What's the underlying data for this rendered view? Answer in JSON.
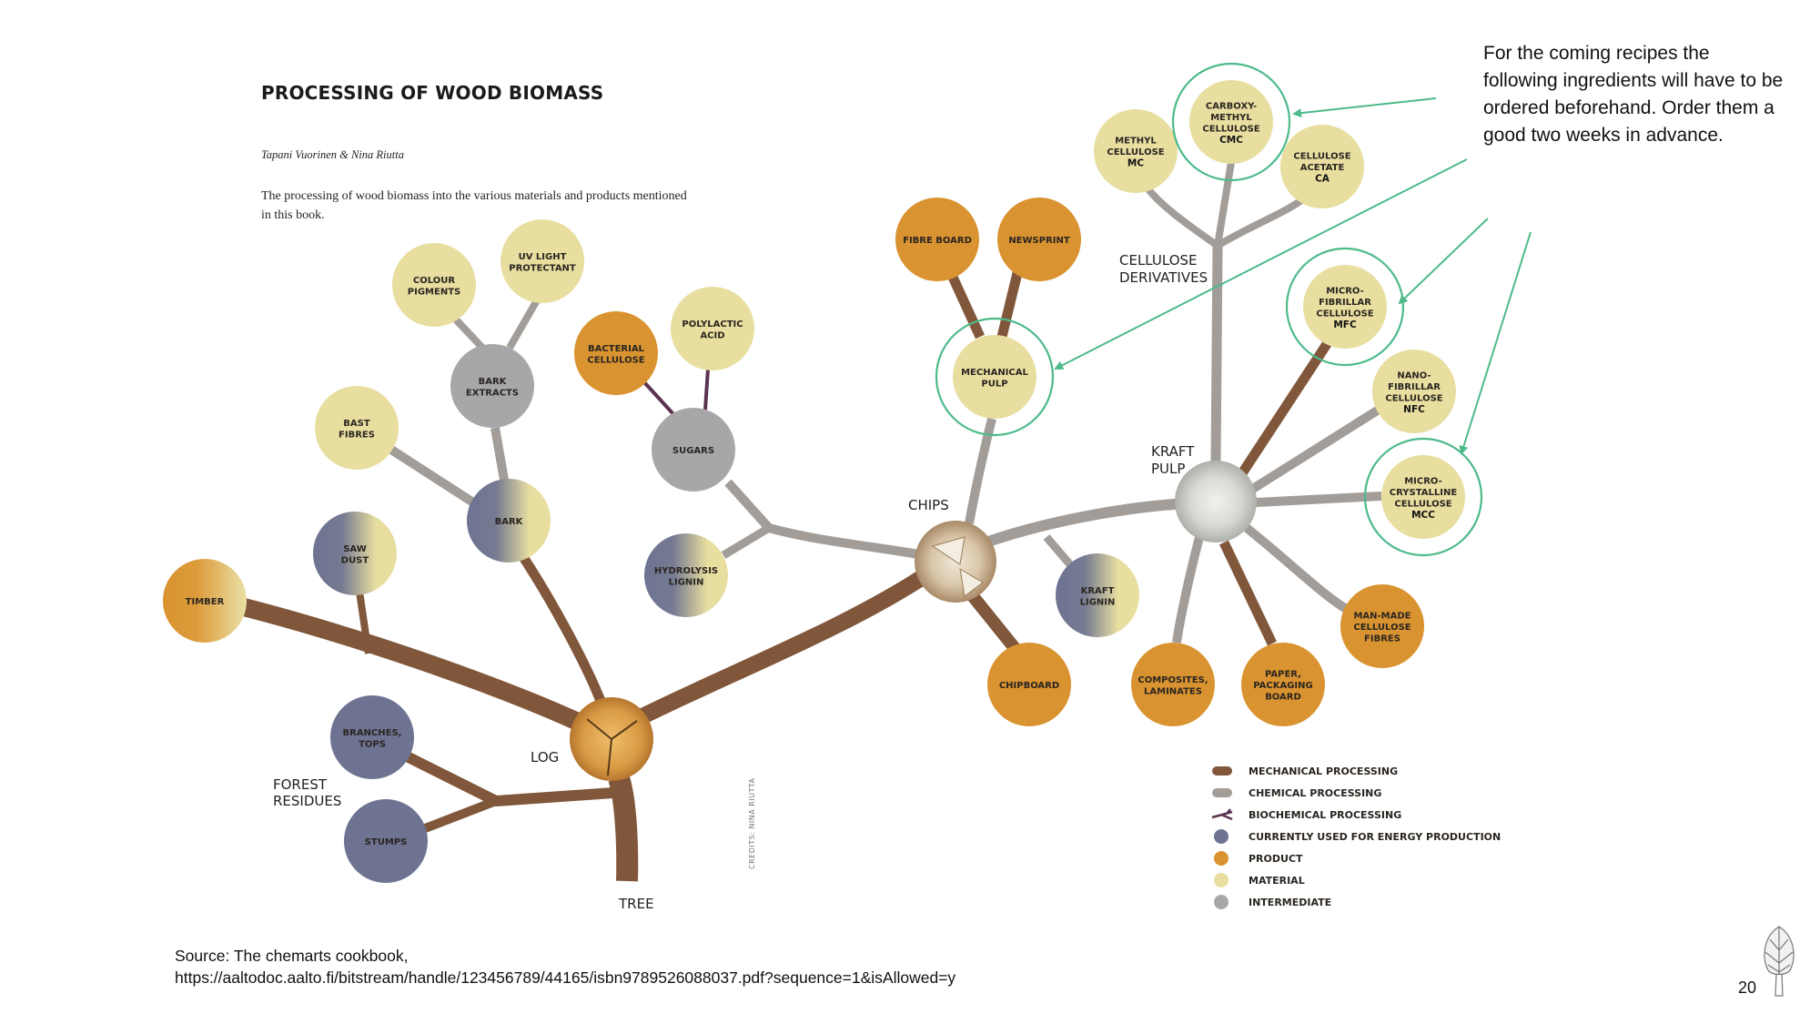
{
  "header": {
    "title": "PROCESSING OF WOOD BIOMASS",
    "authors": "Tapani Vuorinen & Nina Riutta",
    "description": "The processing of wood biomass into the various materials and products mentioned in this book."
  },
  "note": "For the coming recipes the following ingredients will have to be ordered beforehand. Order them a good two weeks in advance.",
  "source": {
    "line1": "Source: The chemarts cookbook,",
    "line2": "https://aaltodoc.aalto.fi/bitstream/handle/123456789/44165/isbn9789526088037.pdf?sequence=1&isAllowed=y"
  },
  "page_number": "20",
  "credits": "CREDITS: NINA RIUTTA",
  "colors": {
    "mechanical": "#80573a",
    "chemical": "#a29d98",
    "biochemical": "#5a3350",
    "energy": "#6d7391",
    "product": "#d99330",
    "material": "#e8dea0",
    "intermediate": "#a7a7a9",
    "highlight": "#4dba8a"
  },
  "hub_labels": {
    "log": "LOG",
    "tree": "TREE",
    "chips": "CHIPS",
    "kraft_pulp": [
      "KRAFT",
      "PULP"
    ],
    "cellulose_derivatives": [
      "CELLULOSE",
      "DERIVATIVES"
    ],
    "forest_residues": [
      "FOREST",
      "RESIDUES"
    ]
  },
  "nodes": [
    {
      "id": "timber",
      "lines": [
        "TIMBER"
      ],
      "type": "product-material"
    },
    {
      "id": "saw-dust",
      "lines": [
        "SAW",
        "DUST"
      ],
      "type": "energy-material"
    },
    {
      "id": "bark",
      "lines": [
        "BARK"
      ],
      "type": "energy-material"
    },
    {
      "id": "bast-fibres",
      "lines": [
        "BAST",
        "FIBRES"
      ],
      "type": "material"
    },
    {
      "id": "bark-extracts",
      "lines": [
        "BARK",
        "EXTRACTS"
      ],
      "type": "intermediate"
    },
    {
      "id": "colour-pigments",
      "lines": [
        "COLOUR",
        "PIGMENTS"
      ],
      "type": "material"
    },
    {
      "id": "uv-light-protectant",
      "lines": [
        "UV LIGHT",
        "PROTECTANT"
      ],
      "type": "material"
    },
    {
      "id": "branches-tops",
      "lines": [
        "BRANCHES,",
        "TOPS"
      ],
      "type": "energy"
    },
    {
      "id": "stumps",
      "lines": [
        "STUMPS"
      ],
      "type": "energy"
    },
    {
      "id": "bacterial-cellulose",
      "lines": [
        "BACTERIAL",
        "CELLULOSE"
      ],
      "type": "product"
    },
    {
      "id": "polylactic-acid",
      "lines": [
        "POLYLACTIC",
        "ACID"
      ],
      "type": "material"
    },
    {
      "id": "sugars",
      "lines": [
        "SUGARS"
      ],
      "type": "intermediate"
    },
    {
      "id": "hydrolysis-lignin",
      "lines": [
        "HYDROLYSIS",
        "LIGNIN"
      ],
      "type": "energy-material"
    },
    {
      "id": "fibre-board",
      "lines": [
        "FIBRE BOARD"
      ],
      "type": "product"
    },
    {
      "id": "newsprint",
      "lines": [
        "NEWSPRINT"
      ],
      "type": "product"
    },
    {
      "id": "mechanical-pulp",
      "lines": [
        "MECHANICAL",
        "PULP"
      ],
      "type": "material",
      "highlighted": true
    },
    {
      "id": "kraft-lignin",
      "lines": [
        "KRAFT",
        "LIGNIN"
      ],
      "type": "energy-material"
    },
    {
      "id": "chipboard",
      "lines": [
        "CHIPBOARD"
      ],
      "type": "product"
    },
    {
      "id": "methyl-cellulose",
      "lines": [
        "METHYL",
        "CELLULOSE"
      ],
      "bold": "MC",
      "type": "material"
    },
    {
      "id": "carboxymethyl-cellulose",
      "lines": [
        "CARBOXY-",
        "METHYL",
        "CELLULOSE"
      ],
      "bold": "CMC",
      "type": "material",
      "highlighted": true
    },
    {
      "id": "cellulose-acetate",
      "lines": [
        "CELLULOSE",
        "ACETATE"
      ],
      "bold": "CA",
      "type": "material"
    },
    {
      "id": "microfibrillar-cellulose",
      "lines": [
        "MICRO-",
        "FIBRILLAR",
        "CELLULOSE"
      ],
      "bold": "MFC",
      "type": "material",
      "highlighted": true
    },
    {
      "id": "nanofibrillar-cellulose",
      "lines": [
        "NANO-",
        "FIBRILLAR",
        "CELLULOSE"
      ],
      "bold": "NFC",
      "type": "material"
    },
    {
      "id": "microcrystalline-cellulose",
      "lines": [
        "MICRO-",
        "CRYSTALLINE",
        "CELLULOSE"
      ],
      "bold": "MCC",
      "type": "material",
      "highlighted": true
    },
    {
      "id": "man-made-cellulose-fibres",
      "lines": [
        "MAN-MADE",
        "CELLULOSE",
        "FIBRES"
      ],
      "type": "product"
    },
    {
      "id": "composites-laminates",
      "lines": [
        "COMPOSITES,",
        "LAMINATES"
      ],
      "type": "product"
    },
    {
      "id": "paper-packaging-board",
      "lines": [
        "PAPER,",
        "PACKAGING",
        "BOARD"
      ],
      "type": "product"
    }
  ],
  "legend": [
    {
      "kind": "mechanical",
      "label": "MECHANICAL PROCESSING"
    },
    {
      "kind": "chemical",
      "label": "CHEMICAL PROCESSING"
    },
    {
      "kind": "biochemical",
      "label": "BIOCHEMICAL PROCESSING"
    },
    {
      "kind": "energy",
      "label": "CURRENTLY USED FOR ENERGY PRODUCTION"
    },
    {
      "kind": "product",
      "label": "PRODUCT"
    },
    {
      "kind": "material",
      "label": "MATERIAL"
    },
    {
      "kind": "intermediate",
      "label": "INTERMEDIATE"
    }
  ]
}
